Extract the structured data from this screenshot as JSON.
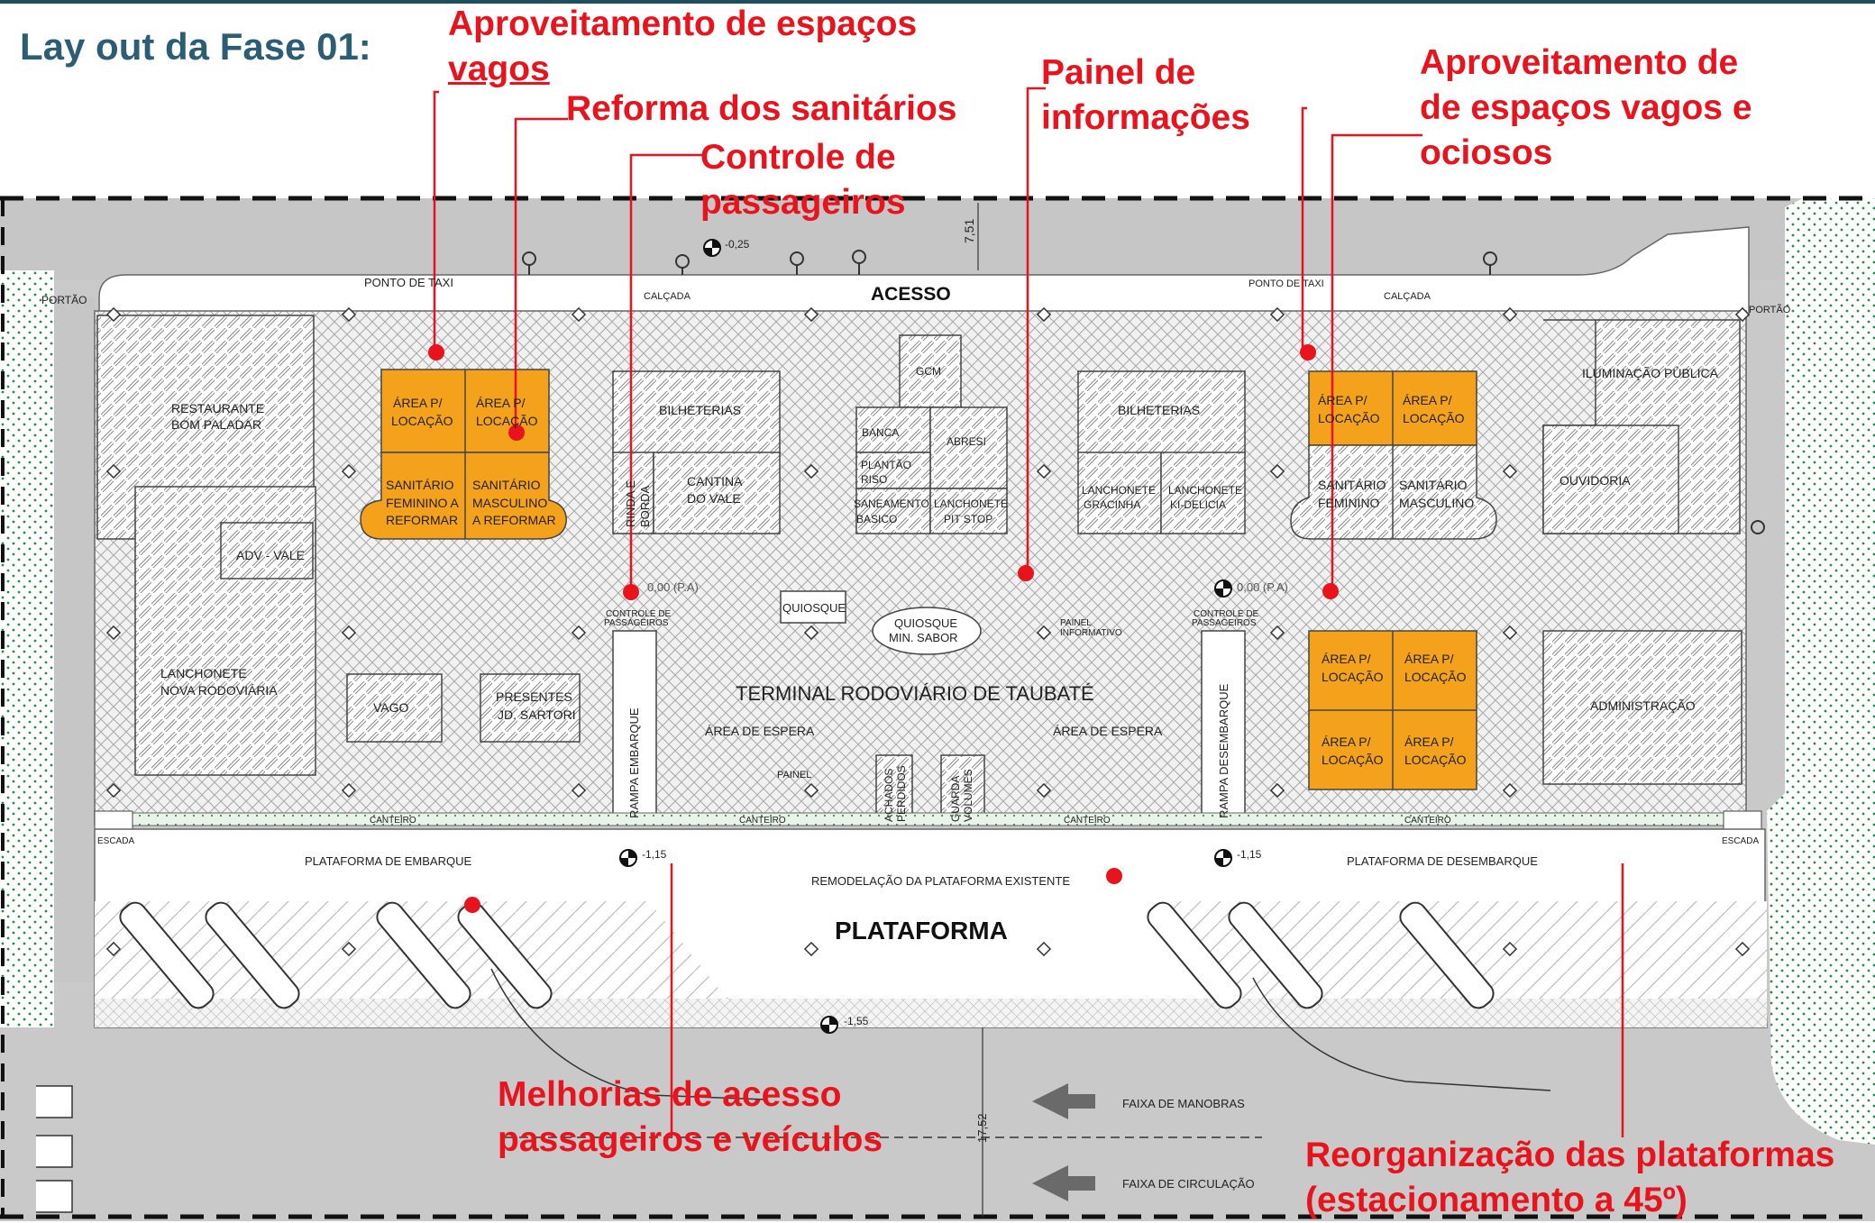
{
  "slide_title": "Lay out da Fase 01:",
  "callouts": {
    "aproveitamento_esq": [
      "Aproveitamento de  espaços",
      "vagos"
    ],
    "reforma_sanitarios": "Reforma dos sanitários",
    "controle": [
      "Controle de",
      "passageiros"
    ],
    "painel": [
      "Painel de",
      "informações"
    ],
    "aproveitamento_dir": [
      "Aproveitamento de",
      "de espaços vagos e",
      "ociosos"
    ],
    "melhorias": [
      "Melhorias de acesso",
      "passageiros e veículos"
    ],
    "reorganizacao": [
      "Reorganização das plataformas",
      "(estacionamento a 45º)"
    ]
  },
  "plan": {
    "ponto_taxi": "PONTO DE TAXI",
    "calcada": "CALÇADA",
    "acesso": "ACESSO",
    "portao": "PORTÃO",
    "elev_top": "-0,25",
    "dim_top": "7,51",
    "restaurante": [
      "RESTAURANTE",
      "BOM PALADAR"
    ],
    "adv_vale": "ADV - VALE",
    "lanchonete_nova": [
      "LANCHONETE",
      "NOVA RODOVIÁRIA"
    ],
    "area_locacao": [
      "ÁREA P/",
      "LOCAÇÃO"
    ],
    "sanitario_fem_ref": [
      "SANITÁRIO",
      "FEMININO A",
      "REFORMAR"
    ],
    "sanitario_masc_ref": [
      "SANITÁRIO",
      "MASCULINO",
      "A REFORMAR"
    ],
    "bilheterias": "BILHETERIAS",
    "cantina": [
      "CANTINA",
      "DO VALE"
    ],
    "rinda": [
      "RINDA E",
      "BORDA"
    ],
    "gcm": "GCM",
    "banca": "BANCA",
    "abresi": "ABRESI",
    "plantao": [
      "PLANTÃO",
      "RISO"
    ],
    "saneamento": [
      "SANEAMENTO",
      "BASICO"
    ],
    "lanchonete_pit": [
      "LANCHONETE",
      "PIT STOP"
    ],
    "lanchonete_gracinha": [
      "LANCHONETE",
      "GRACINHA"
    ],
    "lanchonete_kidelicia": [
      "LANCHONETE",
      "KI-DELICIA"
    ],
    "sanitario_fem": [
      "SANITÁRIO",
      "FEMININO"
    ],
    "sanitario_masc": [
      "SANITÁRIO",
      "MASCULINO"
    ],
    "iluminacao": "ILUMINAÇÃO PÚBLICA",
    "ouvidoria": "OUVIDORIA",
    "administracao": "ADMINISTRAÇÃO",
    "elev_pa": "0,00 (P.A)",
    "controle_label": [
      "CONTROLE DE",
      "PASSAGEIROS"
    ],
    "quiosque": "QUIOSQUE",
    "quiosque_min": [
      "QUIOSQUE",
      "MIN. SABOR"
    ],
    "painel_informativo": [
      "PAINEL",
      "INFORMATIVO"
    ],
    "vago": "VAGO",
    "presentes": [
      "PRESENTES",
      "JD. SARTORI"
    ],
    "terminal": "TERMINAL RODOVIÁRIO DE TAUBATÉ",
    "area_espera": "ÁREA DE ESPERA",
    "painel": "PAINEL",
    "achados": [
      "ACHADOS",
      "PERDIDOS"
    ],
    "guarda": [
      "GUARDA",
      "VOLUMES"
    ],
    "rampa_embarque": "RAMPA EMBARQUE",
    "rampa_desembarque": "RAMPA DESEMBARQUE",
    "canteiro": "CANTEIRO",
    "escada": "ESCADA",
    "plataforma_embarque": "PLATAFORMA DE EMBARQUE",
    "plataforma_desembarque": "PLATAFORMA DE DESEMBARQUE",
    "remodelacao": "REMODELAÇÃO DA PLATAFORMA EXISTENTE",
    "plataforma": "PLATAFORMA",
    "elev_plat": "-1,15",
    "elev_road": "-1,55",
    "faixa_manobras": "FAIXA  DE  MANOBRAS",
    "faixa_circulacao": "FAIXA  DE  CIRCULAÇÃO",
    "dim_bottom": "17,52"
  },
  "colors": {
    "callout_red": "#e8131c",
    "title_blue": "#2b5e74",
    "orange_area": "#f4a11c",
    "road_gray": "#c8c8c8",
    "hatch_gray": "#8a8a8a",
    "green_dots": "#2e8a3e"
  }
}
